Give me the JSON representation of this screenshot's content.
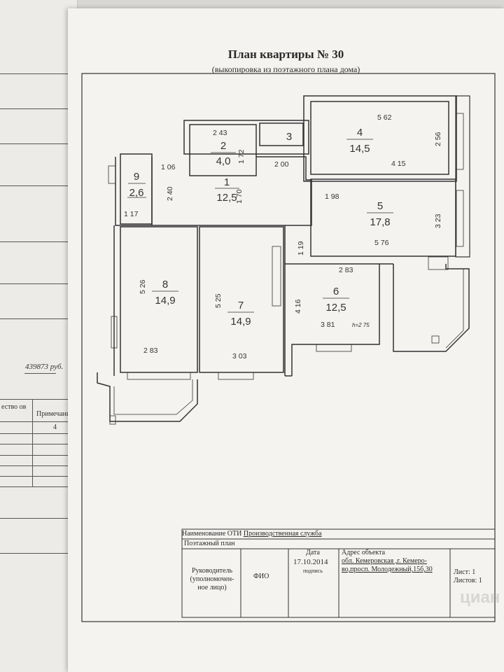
{
  "title": "План квартиры № 30",
  "subtitle": "(выкопировка из поэтажного плана дома)",
  "rooms": [
    {
      "num": "1",
      "area": "12,5"
    },
    {
      "num": "2",
      "area": "4,0"
    },
    {
      "num": "3",
      "area": ""
    },
    {
      "num": "4",
      "area": "14,5"
    },
    {
      "num": "5",
      "area": "17,8"
    },
    {
      "num": "6",
      "area": "12,5"
    },
    {
      "num": "7",
      "area": "14,9"
    },
    {
      "num": "8",
      "area": "14,9"
    },
    {
      "num": "9",
      "area": "2,6"
    }
  ],
  "dimensions": [
    "2 43",
    "1 72",
    "5 62",
    "2 56",
    "4 15",
    "1 06",
    "2 40",
    "2 00",
    "1 70",
    "1 17",
    "1 98",
    "3 23",
    "5 76",
    "1 19",
    "2 83",
    "5 26",
    "5 25",
    "4 16",
    "3 81",
    "h=2 75",
    "2 83",
    "3 03"
  ],
  "stamp": {
    "oti_label": "Наименование ОТИ",
    "oti_value": "Производственная служба",
    "doc_type": "Поэтажный план",
    "head_label": "Руководитель (уполномочен- ное лицо)",
    "fio_label": "ФИО",
    "date_label": "Дата",
    "date_value": "17.10.2014",
    "sign_label": "подпись",
    "address_label": "Адрес объекта",
    "address_value": "обл. Кемеровская ,г. Кемеро- во,просп. Молодежный,15б,30",
    "sheet": "Лист: 1",
    "sheets": "Листов: 1"
  },
  "back_sheet": {
    "amount": "439873",
    "currency": "руб.",
    "col1": "ество ов",
    "col2": "Примечание",
    "col2_value": "4"
  },
  "watermark": "циан"
}
